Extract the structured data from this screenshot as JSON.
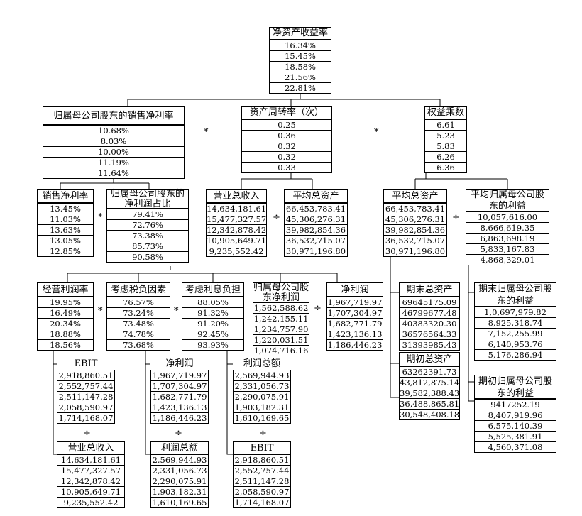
{
  "operators": {
    "times": "*",
    "divide": "÷"
  },
  "nodes": {
    "roe": {
      "label": "净资产收益率",
      "values": [
        "16.34%",
        "15.45%",
        "18.58%",
        "21.56%",
        "22.81%"
      ]
    },
    "parent_npm": {
      "label": "归属母公司股东的销售净利率",
      "values": [
        "10.68%",
        "8.03%",
        "10.00%",
        "11.19%",
        "11.64%"
      ]
    },
    "asset_turnover": {
      "label": "资产周转率（次）",
      "values": [
        "0.25",
        "0.36",
        "0.32",
        "0.32",
        "0.33"
      ]
    },
    "equity_multiplier": {
      "label": "权益乘数",
      "values": [
        "6.61",
        "5.23",
        "5.83",
        "6.26",
        "6.36"
      ]
    },
    "net_margin": {
      "label": "销售净利率",
      "values": [
        "13.45%",
        "11.03%",
        "13.63%",
        "13.05%",
        "12.85%"
      ]
    },
    "parent_share": {
      "label": "归属母公司股东的净利润占比",
      "values": [
        "79.41%",
        "72.76%",
        "73.38%",
        "85.73%",
        "90.58%"
      ]
    },
    "revenue_a": {
      "label": "营业总收入",
      "values": [
        "14,634,181.61",
        "15,477,327.57",
        "12,342,878.42",
        "10,905,649.71",
        "9,235,552.42"
      ]
    },
    "avg_assets_a": {
      "label": "平均总资产",
      "values": [
        "66,453,783.41",
        "45,306,276.31",
        "39,982,854.36",
        "36,532,715.07",
        "30,971,196.80"
      ]
    },
    "avg_assets_b": {
      "label": "平均总资产",
      "values": [
        "66,453,783.41",
        "45,306,276.31",
        "39,982,854.36",
        "36,532,715.07",
        "30,971,196.80"
      ]
    },
    "avg_parent_equity": {
      "label": "平均归属母公司股东的利益",
      "values": [
        "10,057,616.00",
        "8,666,619.35",
        "6,863,698.19",
        "5,833,167.83",
        "4,868,329.01"
      ]
    },
    "op_margin": {
      "label": "经营利润率",
      "values": [
        "19.95%",
        "16.49%",
        "20.34%",
        "18.88%",
        "18.56%"
      ]
    },
    "tax_burden": {
      "label": "考虑税负因素",
      "values": [
        "76.57%",
        "73.24%",
        "73.48%",
        "74.78%",
        "73.68%"
      ]
    },
    "interest_burden": {
      "label": "考虑利息负担",
      "values": [
        "88.05%",
        "91.32%",
        "91.20%",
        "92.45%",
        "93.93%"
      ]
    },
    "parent_np": {
      "label": "归属母公司股东净利润",
      "values": [
        "1,562,588.62",
        "1,242,155.11",
        "1,234,757.90",
        "1,220,031.51",
        "1,074,716.16"
      ]
    },
    "net_profit_a": {
      "label": "净利润",
      "values": [
        "1,967,719.97",
        "1,707,304.97",
        "1,682,771.79",
        "1,423,136.13",
        "1,186,446.23"
      ]
    },
    "end_assets": {
      "label": "期末总资产",
      "values": [
        "69645175.09",
        "46799677.48",
        "40383320.30",
        "36576564.33",
        "31393985.43"
      ]
    },
    "begin_assets": {
      "label": "期初总资产",
      "values": [
        "63262391.73",
        "43,812,875.14",
        "39,582,388.43",
        "36,488,865.81",
        "30,548,408.18"
      ]
    },
    "end_parent_equity": {
      "label": "期末归属母公司股东的利益",
      "values": [
        "1,0,697,979.82",
        "8,925,318.74",
        "7,152,255.99",
        "6,140,953.76",
        "5,176,286.94"
      ]
    },
    "begin_parent_equity": {
      "label": "期初归属母公司股东的利益",
      "values": [
        "9417252.19",
        "8,407,919.96",
        "6,575,140.39",
        "5,525,381.91",
        "4,560,371.08"
      ]
    },
    "ebit_a": {
      "label": "EBIT",
      "values": [
        "2,918,860.51",
        "2,552,757.44",
        "2,511,147.28",
        "2,058,590.97",
        "1,714,168.07"
      ]
    },
    "revenue_b": {
      "label": "营业总收入",
      "values": [
        "14,634,181.61",
        "15,477,327.57",
        "12,342,878.42",
        "10,905,649.71",
        "9,235,552.42"
      ]
    },
    "net_profit_b": {
      "label": "净利润",
      "values": [
        "1,967,719.97",
        "1,707,304.97",
        "1,682,771.79",
        "1,423,136.13",
        "1,186,446.23"
      ]
    },
    "total_profit_a": {
      "label": "利润总额",
      "values": [
        "2,569,944.93",
        "2,331,056.73",
        "2,290,075.91",
        "1,903,182.31",
        "1,610,169.65"
      ]
    },
    "total_profit_b": {
      "label": "利润总额",
      "values": [
        "2,569,944.93",
        "2,331,056.73",
        "2,290,075.91",
        "1,903,182.31",
        "1,610,169.65"
      ]
    },
    "ebit_b": {
      "label": "EBIT",
      "values": [
        "2,918,860.51",
        "2,552,757.44",
        "2,511,147.28",
        "2,058,590.97",
        "1,714,168.07"
      ]
    }
  }
}
